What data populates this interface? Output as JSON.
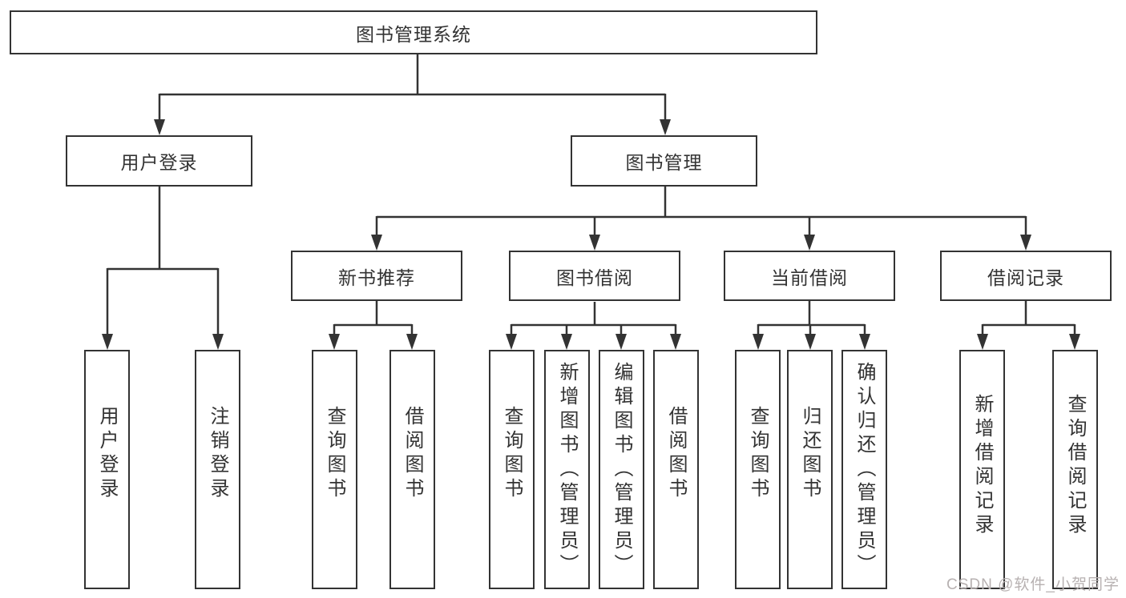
{
  "diagram": {
    "type": "hierarchy-tree",
    "colors": {
      "line": "#333333",
      "text": "#333333",
      "background": "#ffffff",
      "watermark": "#b7b1b1"
    },
    "root": {
      "label": "图书管理系统"
    },
    "level2": [
      {
        "id": "user-login",
        "label": "用户登录"
      },
      {
        "id": "book-management",
        "label": "图书管理"
      }
    ],
    "level3": [
      {
        "id": "new-book-recommend",
        "parent": "图书管理",
        "label": "新书推荐"
      },
      {
        "id": "book-borrow",
        "parent": "图书管理",
        "label": "图书借阅"
      },
      {
        "id": "current-borrow",
        "parent": "图书管理",
        "label": "当前借阅"
      },
      {
        "id": "borrow-records",
        "parent": "图书管理",
        "label": "借阅记录"
      }
    ],
    "leaves": [
      {
        "parent": "用户登录",
        "label": "用户登录"
      },
      {
        "parent": "用户登录",
        "label": "注销登录"
      },
      {
        "parent": "新书推荐",
        "label": "查询图书"
      },
      {
        "parent": "新书推荐",
        "label": "借阅图书"
      },
      {
        "parent": "图书借阅",
        "label": "查询图书"
      },
      {
        "parent": "图书借阅",
        "label": "新增图书（管理员）"
      },
      {
        "parent": "图书借阅",
        "label": "编辑图书（管理员）"
      },
      {
        "parent": "图书借阅",
        "label": "借阅图书"
      },
      {
        "parent": "当前借阅",
        "label": "查询图书"
      },
      {
        "parent": "当前借阅",
        "label": "归还图书"
      },
      {
        "parent": "当前借阅",
        "label": "确认归还（管理员）"
      },
      {
        "parent": "借阅记录",
        "label": "新增借阅记录"
      },
      {
        "parent": "借阅记录",
        "label": "查询借阅记录"
      }
    ],
    "watermark": "CSDN @软件_小贺同学"
  }
}
